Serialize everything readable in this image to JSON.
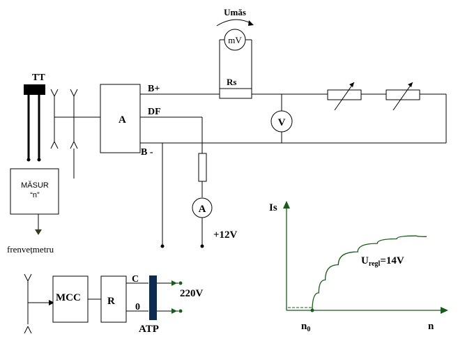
{
  "labels": {
    "tt": "TT",
    "masur_line1": "MĂSUR",
    "masur_line2": "“n”",
    "frenvetmetru": "frenvețmetru",
    "block_a": "A",
    "b_plus": "B+",
    "df": "DF",
    "b_minus": "B -",
    "umas": "Umăs",
    "mv": "mV",
    "rs": "Rs",
    "v": "V",
    "ammeter": "A",
    "plus12v": "+12V",
    "mcc": "MCC",
    "r": "R",
    "c": "C",
    "zero": "0",
    "v220": "220V",
    "atp": "ATP"
  },
  "chart_data": {
    "type": "line",
    "title": "",
    "xlabel": "n",
    "ylabel": "Is",
    "x_ticks": [
      "n0"
    ],
    "annotation": {
      "text": "Uregl=14V",
      "base": "U",
      "subscript": "regl",
      "rest": "=14V"
    },
    "series": [
      {
        "x": [
          0.0,
          0.05,
          0.1,
          0.2,
          0.35,
          0.5,
          0.65,
          0.8,
          0.88
        ],
        "y": [
          0.0,
          0.23,
          0.4,
          0.6,
          0.77,
          0.88,
          0.94,
          0.98,
          0.97
        ]
      }
    ],
    "n0_offset": 0.0
  },
  "colors": {
    "curve": "#1a5a1a",
    "atp_bar": "#0d2b4e",
    "tt_head": "#000000"
  }
}
